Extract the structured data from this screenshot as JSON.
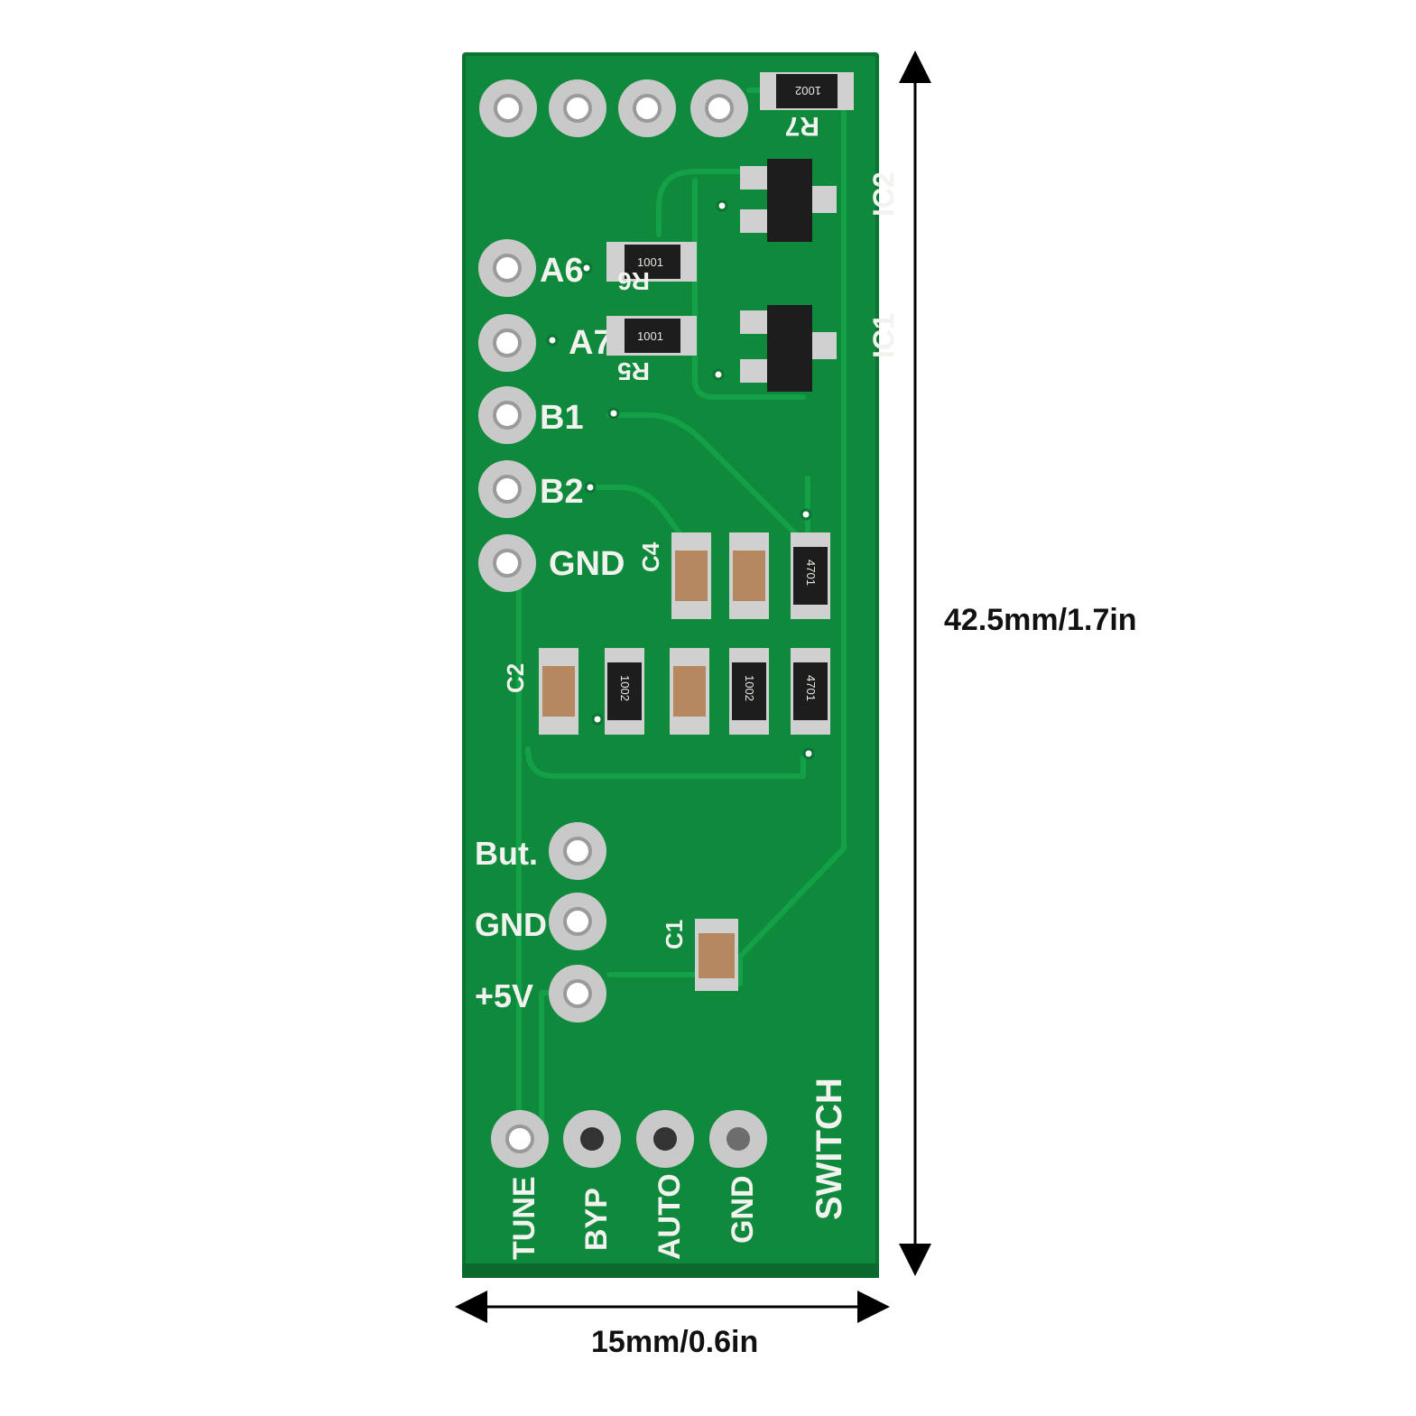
{
  "colors": {
    "pcb": "#0f8a3c",
    "pcb_edge": "#0b7432",
    "trace": "#14a046",
    "silkscreen": "#f2f2ee",
    "pad": "#c9c9c9",
    "capacitor": "#b58860",
    "resistor": "#1d1d1d"
  },
  "dimensions": {
    "height": "42.5mm/1.7in",
    "width": "15mm/0.6in"
  },
  "pcb": {
    "left_labels": [
      "A6",
      "A7",
      "B1",
      "B2",
      "GND"
    ],
    "power_labels": [
      "But.",
      "GND",
      "+5V"
    ],
    "bottom_labels": [
      "TUNE",
      "BYP",
      "AUTO",
      "GND"
    ],
    "switch_label": "SWITCH",
    "ic_labels": [
      "IC2",
      "IC1"
    ],
    "component_labels": [
      "R7",
      "R6",
      "R5",
      "C4",
      "C2",
      "C1"
    ],
    "resistor_codes": [
      "1002",
      "1001",
      "1001",
      "4701",
      "1002",
      "1002",
      "4701"
    ]
  }
}
